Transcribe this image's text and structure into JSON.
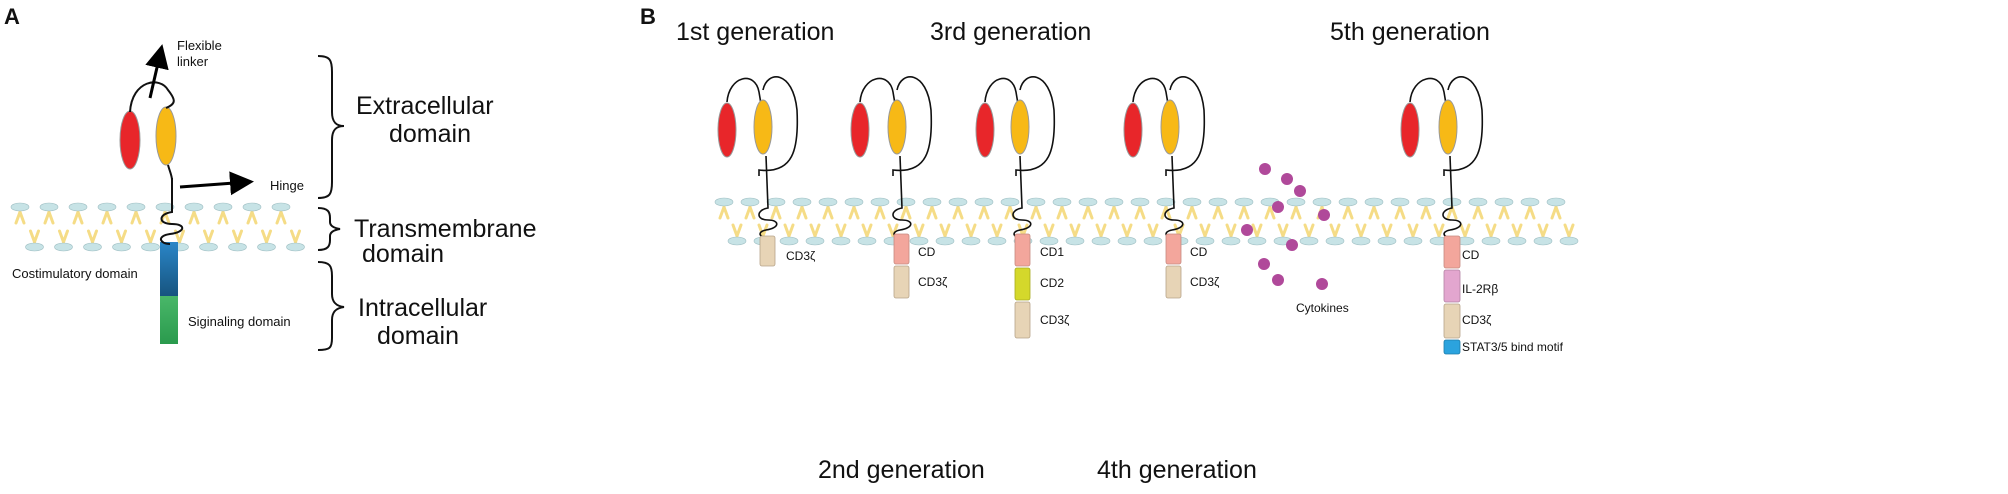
{
  "panel_a": {
    "letter": "A",
    "flexible_linker": [
      "Flexible",
      "linker"
    ],
    "hinge": "Hinge",
    "extracellular": [
      "Extracellular",
      "domain"
    ],
    "transmembrane": [
      "Transmembrane",
      "domain"
    ],
    "intracellular": [
      "Intracellular",
      "domain"
    ],
    "costimulatory": "Costimulatory domain",
    "signaling": "Siginaling domain"
  },
  "panel_b": {
    "letter": "B",
    "gen1": "1st generation",
    "gen2": "2nd generation",
    "gen3": "3rd generation",
    "gen4": "4th generation",
    "gen5": "5th generation",
    "cd3z": "CD3ζ",
    "cd": "CD",
    "cd1": "CD1",
    "cd2": "CD2",
    "il2rb": "IL-2Rβ",
    "stat": "STAT3/5 bind motif",
    "cytokines": "Cytokines"
  },
  "colors": {
    "vl_red": "#e8262a",
    "vh_yellow": "#f7b916",
    "lipid_head": "#c7e3e6",
    "lipid_tail": "#f5dc86",
    "cd3z": "#e7d4b6",
    "cd_pink": "#f3a69c",
    "cd2_lime": "#d4d82b",
    "il2rb": "#e3a6cf",
    "stat": "#2ba3de",
    "cytokine": "#b0499a",
    "costim": "#1e73b8",
    "signal": "#3aab5a"
  }
}
